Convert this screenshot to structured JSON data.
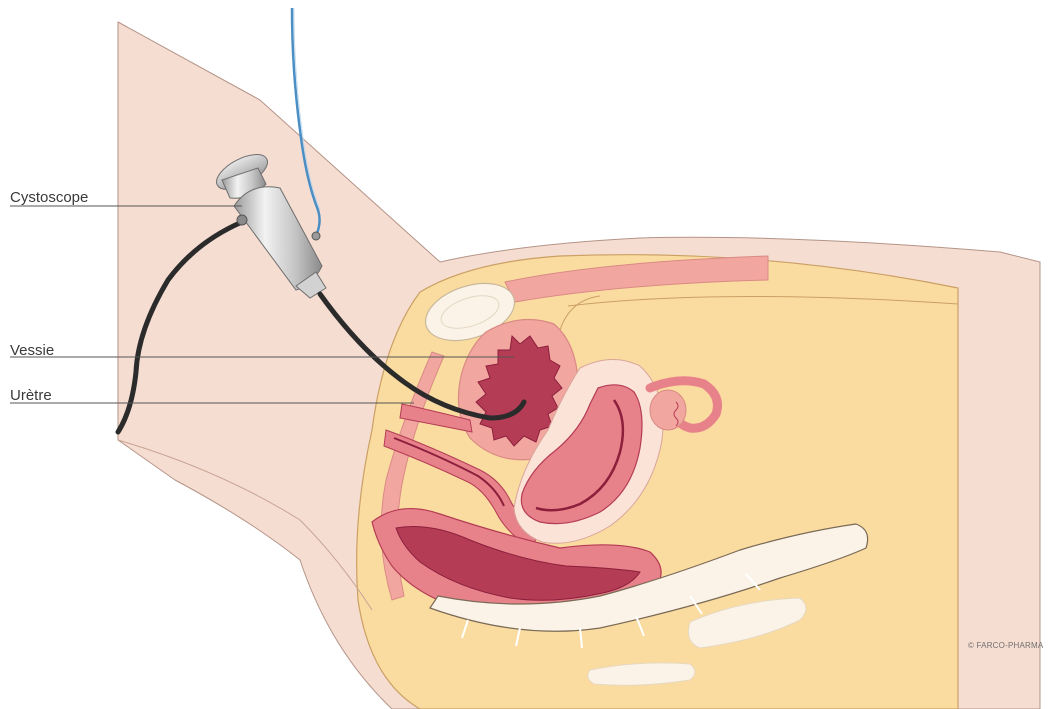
{
  "labels": {
    "cystoscope": "Cystoscope",
    "vessie": "Vessie",
    "uretre": "Urètre"
  },
  "copyright": "© FARCO-PHARMA",
  "colors": {
    "skin": "#f6ddd2",
    "skin_outline": "#b49488",
    "fat": "#fbdca0",
    "fat_outline": "#caa064",
    "muscle": "#f2a6a0",
    "organ_wall": "#e8828a",
    "organ_lumen": "#b43c55",
    "lumen_dark": "#8c1f3c",
    "bone": "#fbf3e8",
    "cable_black": "#2b2b2b",
    "cable_blue": "#4a8ec4",
    "metal": "#c8c8c8"
  }
}
